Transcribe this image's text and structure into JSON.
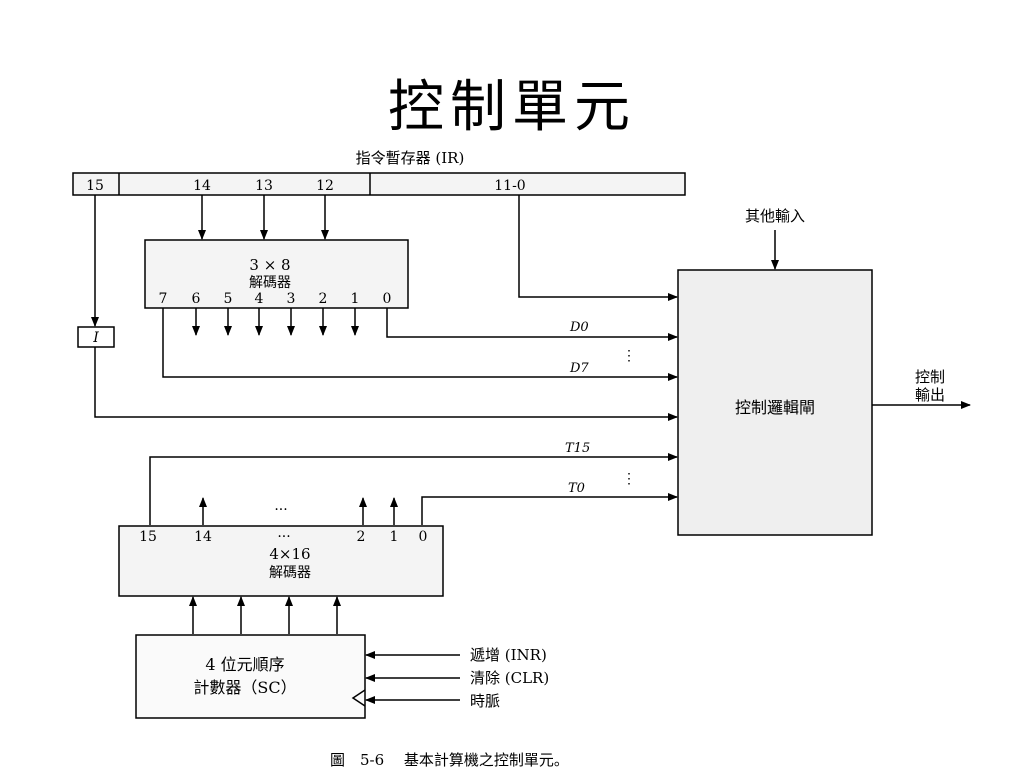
{
  "slide": {
    "title": "控制單元",
    "caption": "圖　5-6　 基本計算機之控制單元。"
  },
  "diagram": {
    "ir_label": "指令暫存器 (IR)",
    "ir_fields": {
      "bit15": "15",
      "bit14": "14",
      "bit13": "13",
      "bit12": "12",
      "bits11_0": "11-0"
    },
    "decoder3x8": {
      "label_line1": "3 × 8",
      "label_line2": "解碼器",
      "outputs": [
        "7",
        "6",
        "5",
        "4",
        "3",
        "2",
        "1",
        "0"
      ]
    },
    "flipflop_i": "I",
    "other_inputs": "其他輸入",
    "signals": {
      "d0": "D0",
      "d7": "D7",
      "t15": "T15",
      "t0": "T0",
      "vdots": "⋮"
    },
    "control_logic": "控制邏輯閘",
    "control_output_line1": "控制",
    "control_output_line2": "輸出",
    "decoder4x16": {
      "label_line1": "4×16",
      "label_line2": "解碼器",
      "outputs_left": [
        "15",
        "14"
      ],
      "outputs_mid": "···",
      "outputs_right": [
        "2",
        "1",
        "0"
      ],
      "arrows_mid": "···"
    },
    "counter": {
      "label_line1": "4 位元順序",
      "label_line2": "計數器（SC）"
    },
    "counter_inputs": {
      "inr": "遞增 (INR)",
      "clr": "清除 (CLR)",
      "clock": "時脈"
    }
  }
}
